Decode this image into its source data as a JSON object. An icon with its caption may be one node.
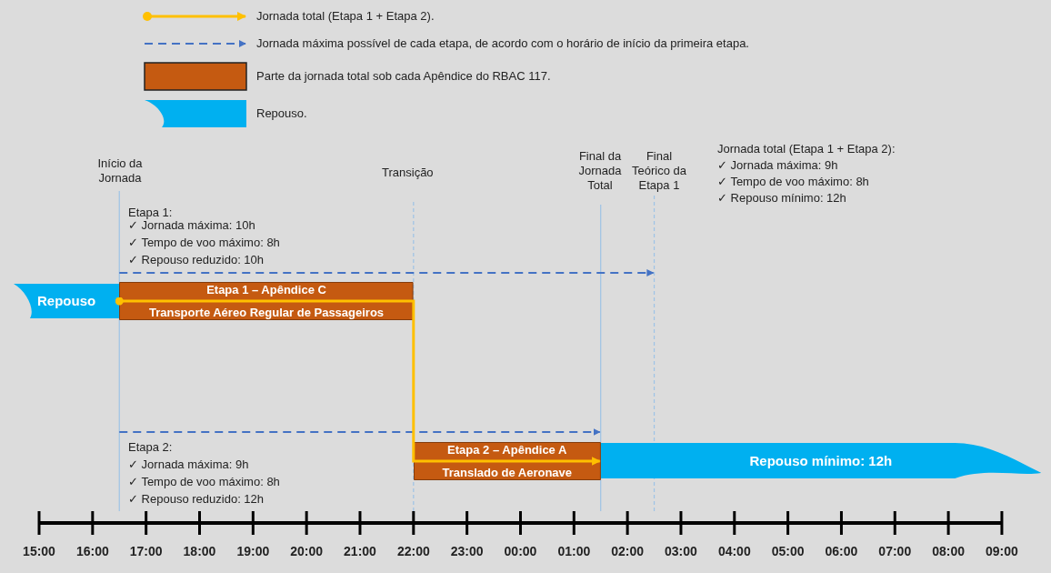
{
  "diagram": {
    "nodes": [
      {
        "text": [
          "Repouso"
        ]
      },
      {
        "text": [
          "Etapa 1 – Apêndice C",
          "Transporte Aéreo Regular de Passageiros"
        ]
      },
      {
        "text": [
          "Etapa 2 – Apêndice A",
          "Translado de Aeronave"
        ]
      },
      {
        "text": [
          "Repouso mínimo: 12h"
        ]
      }
    ],
    "edges": [
      {
        "from": 1,
        "to": 2,
        "arrow": "to"
      }
    ],
    "labels": [
      "Início da Jornada",
      "Transição",
      "Final da Jornada Total",
      "Final Teórico da Etapa 1",
      "Jornada total (Etapa 1 + Etapa 2):",
      "✓ Jornada máxima: 9h",
      "✓ Tempo de voo máximo: 8h",
      "✓ Repouso mínimo: 12h",
      "Etapa 1:",
      "✓ Jornada máxima: 10h",
      "✓ Tempo de voo máximo: 8h",
      "✓ Repouso reduzido: 10h",
      "Etapa 2:",
      "✓ Jornada máxima: 9h",
      "✓ Tempo de voo máximo: 8h",
      "✓ Repouso reduzido: 12h",
      "15:00",
      "16:00",
      "17:00",
      "18:00",
      "19:00",
      "20:00",
      "21:00",
      "22:00",
      "23:00",
      "00:00",
      "01:00",
      "02:00",
      "03:00",
      "04:00",
      "05:00",
      "06:00",
      "07:00",
      "08:00",
      "09:00"
    ],
    "legend": [
      {
        "text": "Jornada total (Etapa 1 + Etapa 2)."
      },
      {
        "text": "Jornada máxima possível de cada etapa, de acordo com o horário de início da primeira etapa."
      },
      {
        "text": "Parte da jornada total sob cada Apêndice do RBAC 117.",
        "color": "#c55a11"
      },
      {
        "text": "Repouso.",
        "color": "#00b0f0"
      }
    ]
  }
}
